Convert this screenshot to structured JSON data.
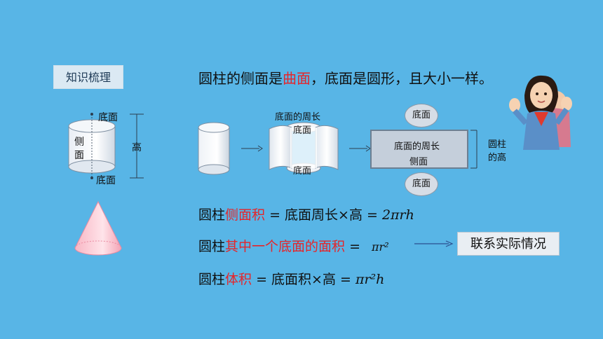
{
  "section_tag": "知识梳理",
  "heading": {
    "part1": "圆柱的侧面是",
    "highlight": "曲面",
    "part2": "，底面是圆形，且大小一样。"
  },
  "cylinder_diagram": {
    "top_label": "底面",
    "bottom_label": "底面",
    "side_label_line1": "侧",
    "side_label_line2": "面",
    "height_label": "高"
  },
  "unfold_diagram": {
    "perimeter_label": "底面的周长",
    "bottom_label_top": "底面",
    "bottom_label_bottom": "底面",
    "rect_line1": "底面的周长",
    "rect_line2": "侧面",
    "circle_top": "底面",
    "circle_bottom": "底面",
    "height_line1": "圆柱",
    "height_line2": "的高"
  },
  "formulas": {
    "f1": {
      "prefix": "圆柱",
      "highlight": "侧面积",
      "rest": " = 底面周长×高 = ",
      "math": "2πrh"
    },
    "f2": {
      "prefix": "圆柱",
      "highlight": "其中一个底面的面积",
      "rest": " = ",
      "math": "πr²"
    },
    "f3": {
      "prefix": "圆柱",
      "highlight": "体积",
      "rest": " = 底面积×高 = ",
      "math": "πr²h"
    }
  },
  "link_button": "联系实际情况",
  "colors": {
    "background": "#58b5e6",
    "highlight": "#e5252a"
  }
}
